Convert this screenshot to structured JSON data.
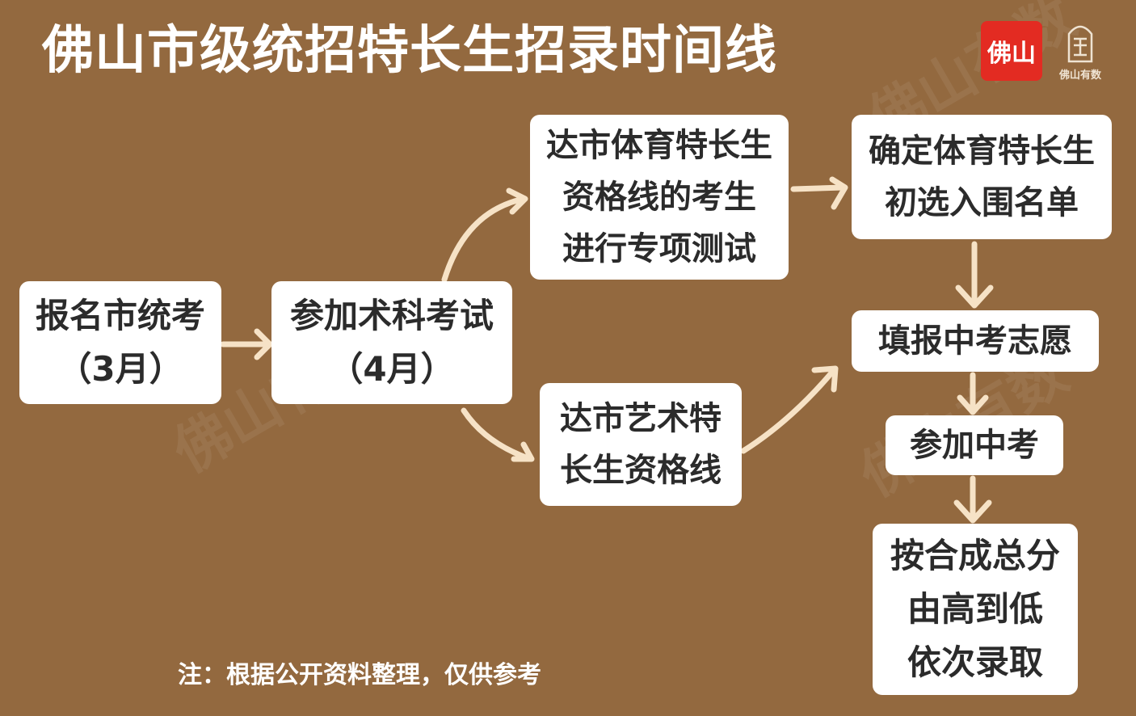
{
  "title": "佛山市级统招特长生招录时间线",
  "logo": {
    "red_badge": "佛山",
    "brand_text": "佛山有数"
  },
  "watermark": "佛山有数",
  "nodes": {
    "register": {
      "lines": [
        "报名市统考",
        "（3月）"
      ]
    },
    "art_exam": {
      "lines": [
        "参加术科考试",
        "（4月）"
      ]
    },
    "sports_line": {
      "lines": [
        "达市体育特长生",
        "资格线的考生",
        "进行专项测试"
      ]
    },
    "art_line": {
      "lines": [
        "达市艺术特",
        "长生资格线"
      ]
    },
    "sports_confirm": {
      "lines": [
        "确定体育特长生",
        "初选入围名单"
      ]
    },
    "fill_choice": {
      "lines": [
        "填报中考志愿"
      ]
    },
    "zhongkao": {
      "lines": [
        "参加中考"
      ]
    },
    "admission": {
      "lines": [
        "按合成总分",
        "由高到低",
        "依次录取"
      ]
    }
  },
  "note": "注：根据公开资料整理，仅供参考",
  "colors": {
    "background": "#93693f",
    "box": "#ffffff",
    "arrow": "#f6e2c6",
    "logo_red": "#e32b22"
  }
}
